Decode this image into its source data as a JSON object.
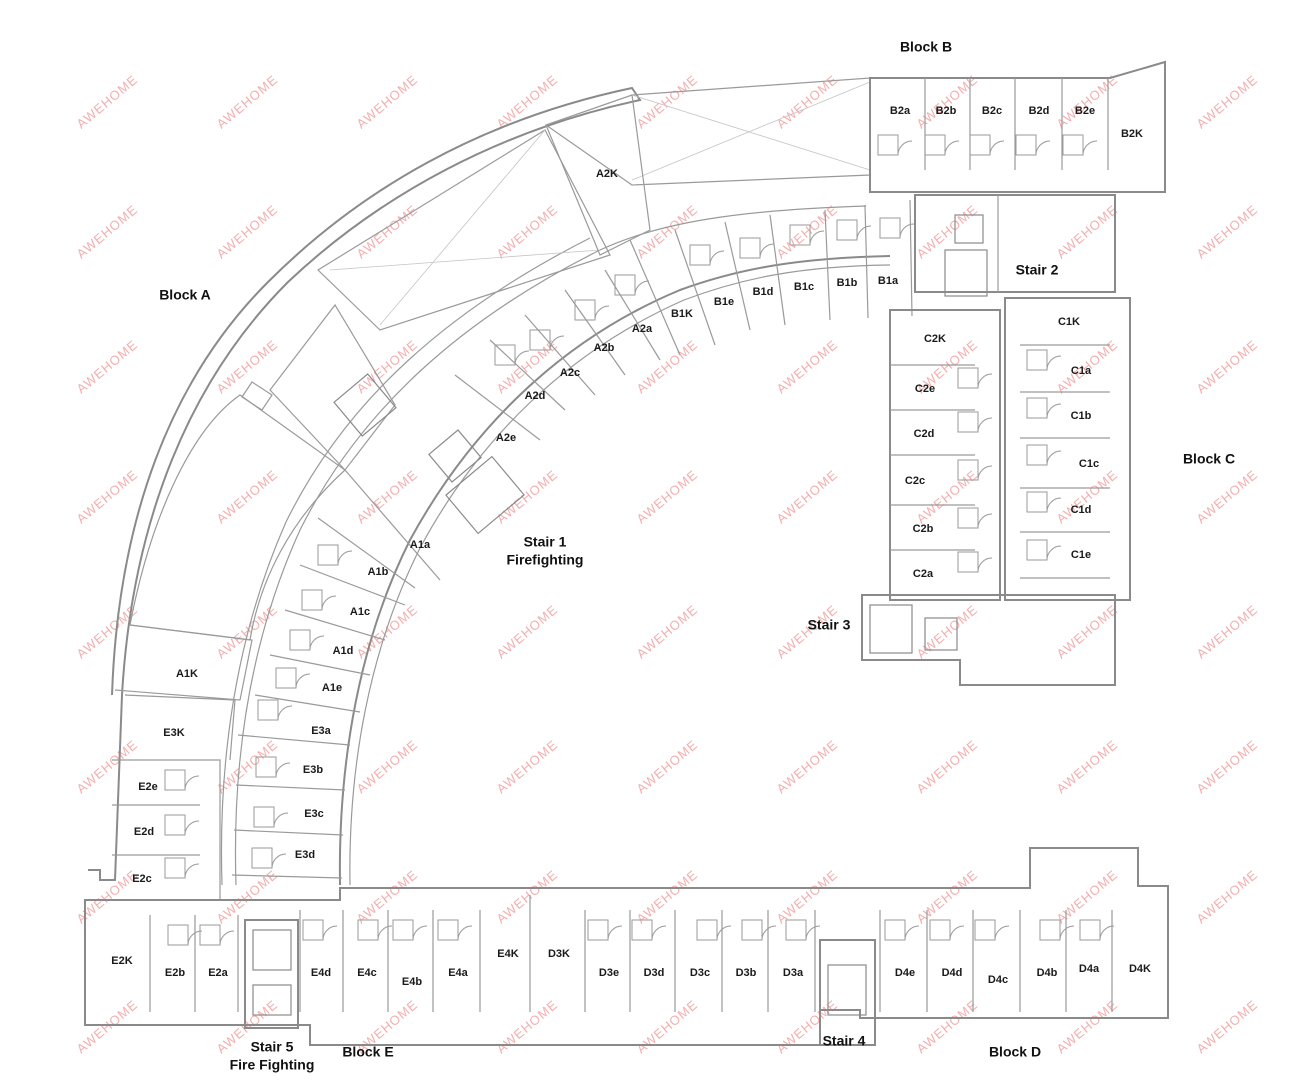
{
  "blocks": {
    "a": "Block A",
    "b": "Block B",
    "c": "Block C",
    "d": "Block D",
    "e": "Block E"
  },
  "stairs": {
    "s1_line1": "Stair 1",
    "s1_line2": "Firefighting",
    "s2": "Stair 2",
    "s3": "Stair 3",
    "s4": "Stair 4",
    "s5_line1": "Stair 5",
    "s5_line2": "Fire Fighting"
  },
  "watermark": "AWEHOME",
  "rooms": {
    "A2K": "A2K",
    "A2a": "A2a",
    "A2b": "A2b",
    "A2c": "A2c",
    "A2d": "A2d",
    "A2e": "A2e",
    "A1a": "A1a",
    "A1b": "A1b",
    "A1c": "A1c",
    "A1d": "A1d",
    "A1e": "A1e",
    "A1K": "A1K",
    "B2a": "B2a",
    "B2b": "B2b",
    "B2c": "B2c",
    "B2d": "B2d",
    "B2e": "B2e",
    "B2K": "B2K",
    "B1K": "B1K",
    "B1e": "B1e",
    "B1d": "B1d",
    "B1c": "B1c",
    "B1b": "B1b",
    "B1a": "B1a",
    "C1K": "C1K",
    "C1a": "C1a",
    "C1b": "C1b",
    "C1c": "C1c",
    "C1d": "C1d",
    "C1e": "C1e",
    "C2K": "C2K",
    "C2e": "C2e",
    "C2d": "C2d",
    "C2c": "C2c",
    "C2b": "C2b",
    "C2a": "C2a",
    "E3K": "E3K",
    "E3a": "E3a",
    "E3b": "E3b",
    "E3c": "E3c",
    "E3d": "E3d",
    "E2e": "E2e",
    "E2d": "E2d",
    "E2c": "E2c",
    "E2K": "E2K",
    "E2b": "E2b",
    "E2a": "E2a",
    "E4d": "E4d",
    "E4c": "E4c",
    "E4b": "E4b",
    "E4a": "E4a",
    "E4K": "E4K",
    "D3K": "D3K",
    "D3e": "D3e",
    "D3d": "D3d",
    "D3c": "D3c",
    "D3b": "D3b",
    "D3a": "D3a",
    "D4e": "D4e",
    "D4d": "D4d",
    "D4c": "D4c",
    "D4b": "D4b",
    "D4a": "D4a",
    "D4K": "D4K"
  }
}
